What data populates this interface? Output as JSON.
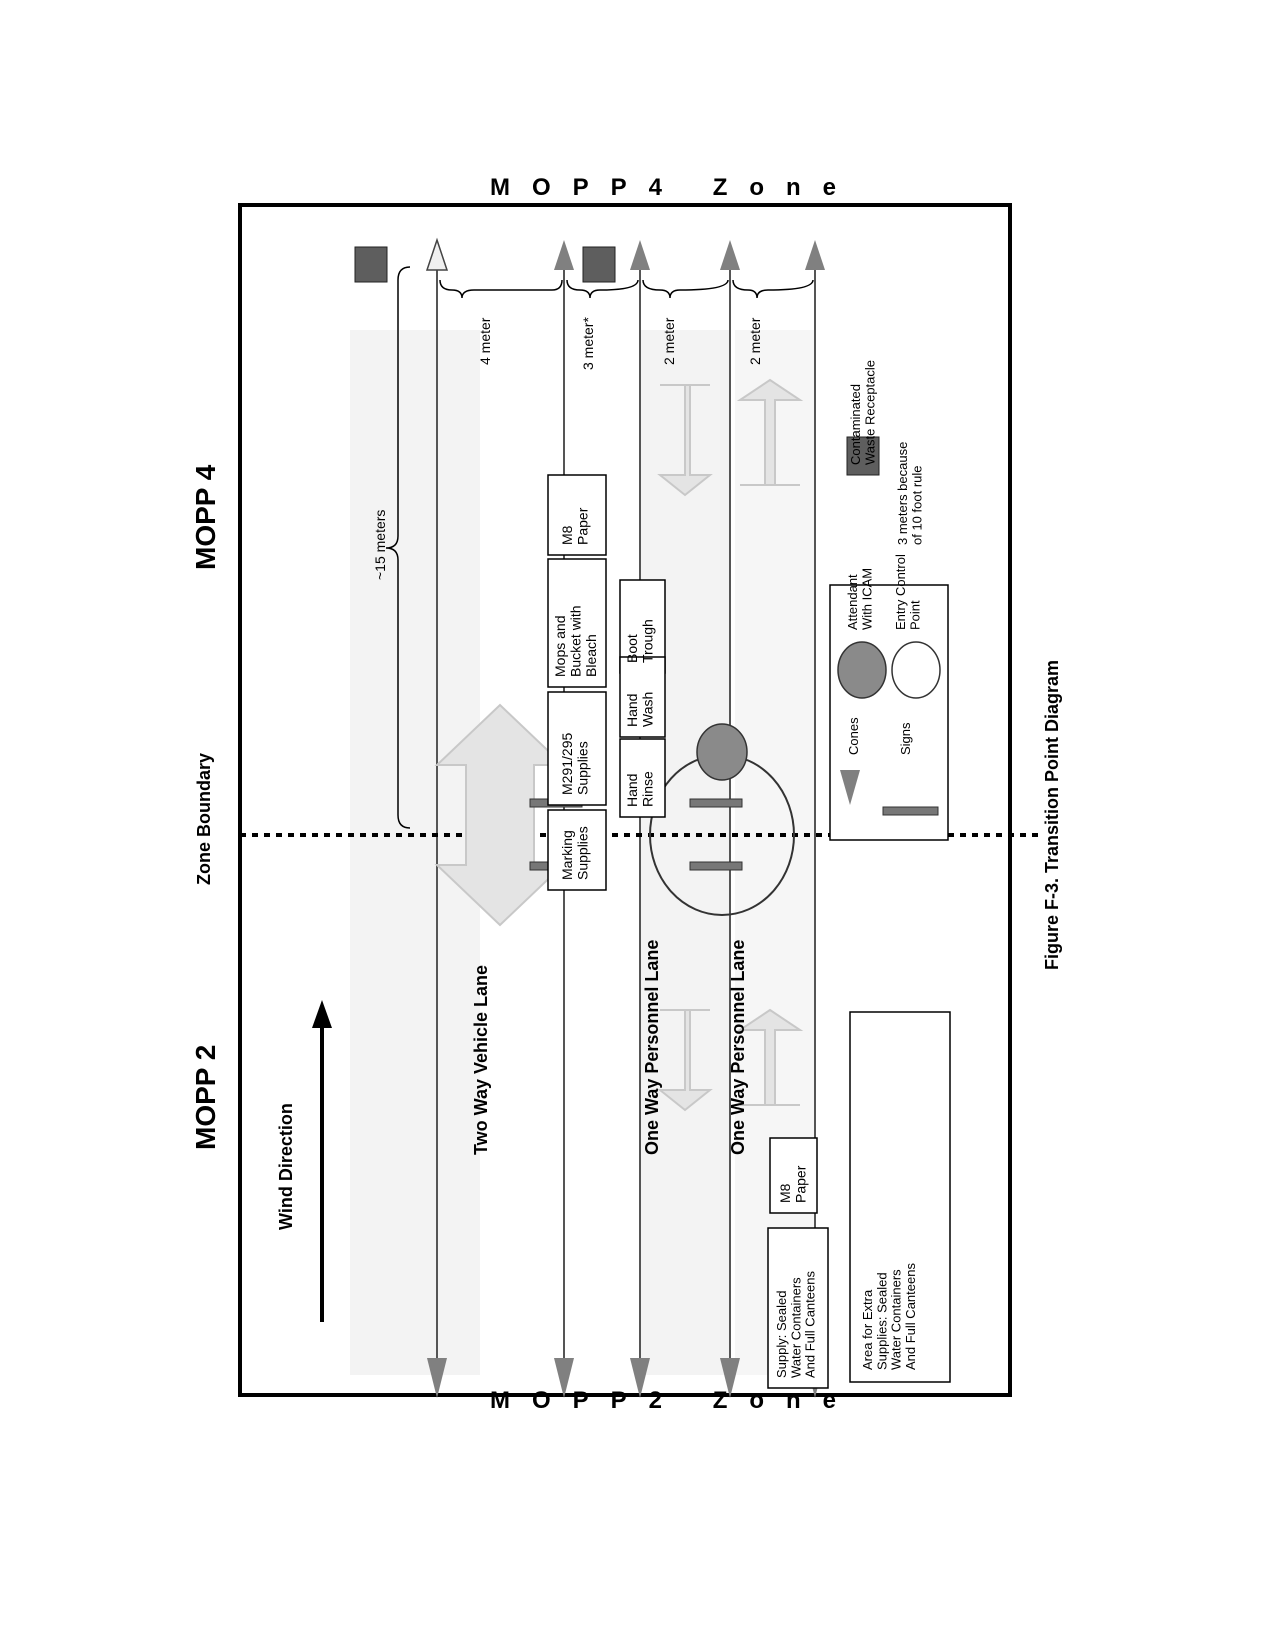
{
  "headings": {
    "mopp2": "MOPP 2",
    "mopp4": "MOPP 4",
    "zone_boundary": "Zone Boundary",
    "mopp4_zone": "MOPP4 Zone",
    "mopp2_zone": "MOPP2 Zone",
    "wind_direction": "Wind Direction"
  },
  "lanes": {
    "vehicle": "Two Way Vehicle Lane",
    "personnel_1": "One Way Personnel Lane",
    "personnel_2": "One Way Personnel Lane"
  },
  "dimensions": {
    "overall": "~15 meters",
    "vehicle": "4 meter",
    "gap": "3 meter*",
    "personnel_1": "2 meter",
    "personnel_2": "2 meter"
  },
  "stations": {
    "m8_paper_top": [
      "M8",
      "Paper"
    ],
    "mops": [
      "Mops and",
      "Bucket with",
      "Bleach"
    ],
    "m291": [
      "M291/295",
      "Supplies"
    ],
    "marking": [
      "Marking",
      "Supplies"
    ],
    "boot": [
      "Boot",
      "Trough"
    ],
    "hand_wash": [
      "Hand",
      "Wash"
    ],
    "hand_rinse": [
      "Hand",
      "Rinse"
    ],
    "m8_paper_bottom": [
      "M8",
      "Paper"
    ],
    "supply": [
      "Supply: Sealed",
      "Water Containers",
      "And Full Canteens"
    ],
    "extra": [
      "Area for Extra",
      "Supplies: Sealed",
      "Water Containers",
      "And Full Canteens"
    ]
  },
  "legend": {
    "waste": [
      "Contaminated",
      "Waste Receptacle"
    ],
    "rule": [
      "3 meters because",
      "of 10 foot rule"
    ],
    "attendant": [
      "Attendant",
      "With ICAM"
    ],
    "entry": [
      "Entry Control",
      "Point"
    ],
    "cones": "Cones",
    "signs": "Signs"
  },
  "caption": "Figure F-3. Transition Point Diagram",
  "colors": {
    "cone": "#808080",
    "waste": "#5e5e5e",
    "attendant": "#8a8a8a",
    "lane_fill": "#f2f2f2",
    "arrow_fill": "#e4e4e4",
    "arrow_stroke": "#c8c8c8"
  }
}
